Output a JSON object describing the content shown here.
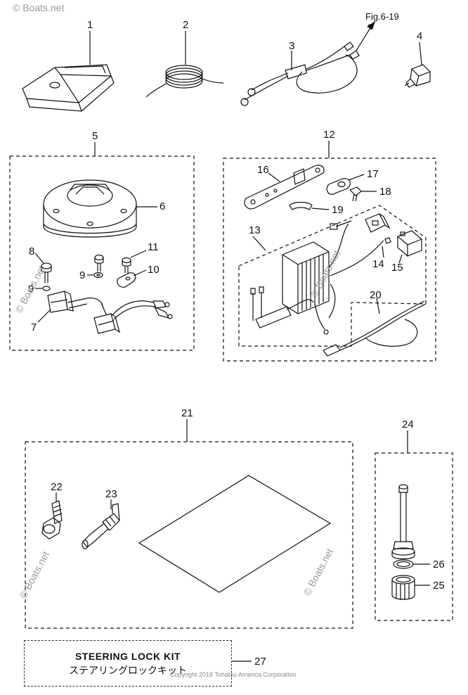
{
  "figure_ref": "Fig.6-19",
  "callouts": {
    "c1": "1",
    "c2": "2",
    "c3": "3",
    "c4": "4",
    "c5": "5",
    "c6": "6",
    "c7": "7",
    "c8": "8",
    "c9a": "9",
    "c9b": "9",
    "c10": "10",
    "c11": "11",
    "c12": "12",
    "c13": "13",
    "c14": "14",
    "c15": "15",
    "c16": "16",
    "c17": "17",
    "c18": "18",
    "c19": "19",
    "c20": "20",
    "c21": "21",
    "c22": "22",
    "c23": "23",
    "c24": "24",
    "c25": "25",
    "c26": "26",
    "c27": "27"
  },
  "kit": {
    "line1": "STEERING LOCK KIT",
    "line2": "ステアリングロックキット"
  },
  "watermarks": {
    "w1": "© Boats.net",
    "w2": "© Boats.net",
    "w3": "© Boats.net",
    "w4": "© Boats.net",
    "w5": "© Boats.net"
  },
  "copyright": "Copyright 2018 Tohatsu America Corporation"
}
